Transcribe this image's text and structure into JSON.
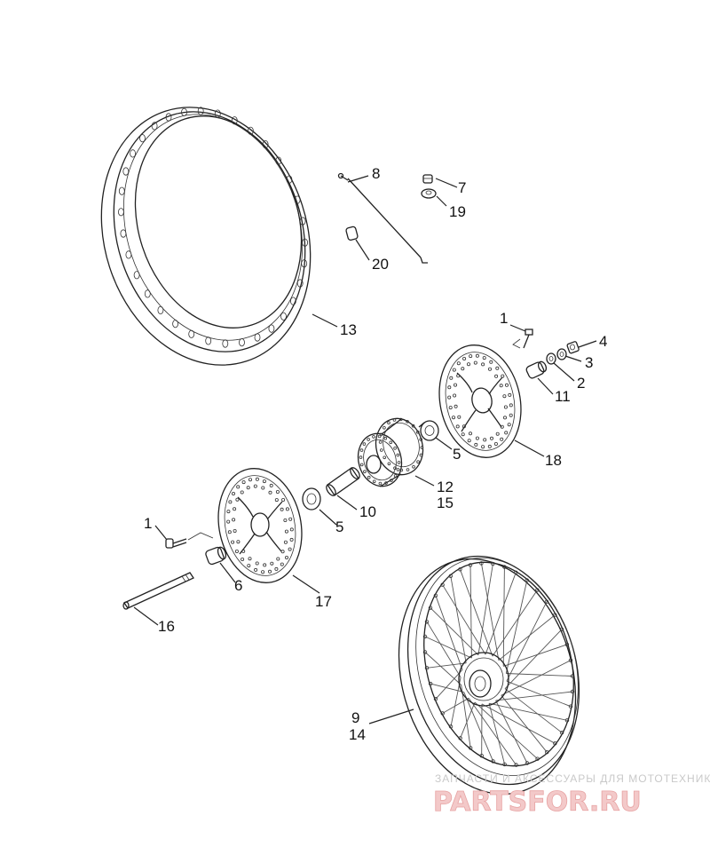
{
  "diagram": {
    "labels": {
      "l1a": "1",
      "l1b": "1",
      "l2": "2",
      "l3": "3",
      "l4": "4",
      "l5a": "5",
      "l5b": "5",
      "l6": "6",
      "l7": "7",
      "l8": "8",
      "l9": "9",
      "l10": "10",
      "l11": "11",
      "l12": "12",
      "l13": "13",
      "l14": "14",
      "l15": "15",
      "l16": "16",
      "l17": "17",
      "l18": "18",
      "l19": "19",
      "l20": "20"
    }
  },
  "watermark": {
    "tagline": "ЗАПЧАСТИ И АКСЕССУАРЫ ДЛЯ МОТОТЕХНИКИ",
    "brand": "PARTSFOR.RU",
    "brand_color": "#e7a3a3"
  }
}
